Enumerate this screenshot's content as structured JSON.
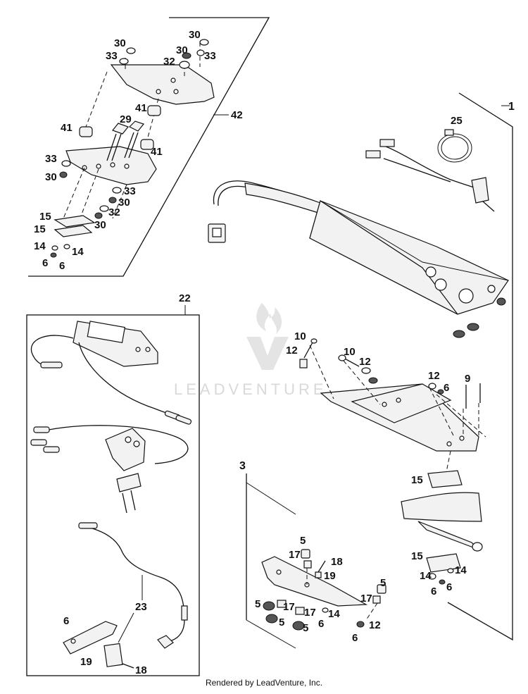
{
  "watermark": {
    "text": "LEADVENTURE"
  },
  "footer": {
    "text": "Rendered by LeadVenture, Inc."
  },
  "callouts": {
    "c30a": "30",
    "c30b": "30",
    "c30c": "30",
    "c33a": "33",
    "c33b": "33",
    "c32a": "32",
    "c41a": "41",
    "c29": "29",
    "c41b": "41",
    "c41c": "41",
    "c42": "42",
    "c33c": "33",
    "c30d": "30",
    "c33d": "33",
    "c30e": "30",
    "c32b": "32",
    "c15a": "15",
    "c15b": "15",
    "c30f": "30",
    "c14a": "14",
    "c14b": "14",
    "c6a": "6",
    "c6b": "6",
    "c1": "1",
    "c25": "25",
    "c22": "22",
    "c10a": "10",
    "c12a": "12",
    "c10b": "10",
    "c12b": "12",
    "c12c": "12",
    "c6c": "6",
    "c9": "9",
    "c15c": "15",
    "c15d": "15",
    "c14c": "14",
    "c14d": "14",
    "c6d": "6",
    "c6e": "6",
    "c3": "3",
    "c5a": "5",
    "c17a": "17",
    "c18a": "18",
    "c19a": "19",
    "c5b": "5",
    "c17b": "17",
    "c5c": "5",
    "c17c": "17",
    "c5d": "5",
    "c17d": "17",
    "c6f": "6",
    "c14e": "14",
    "c5e": "5",
    "c12d": "12",
    "c6g": "6",
    "c23": "23",
    "c6h": "6",
    "c19b": "19",
    "c18b": "18"
  }
}
